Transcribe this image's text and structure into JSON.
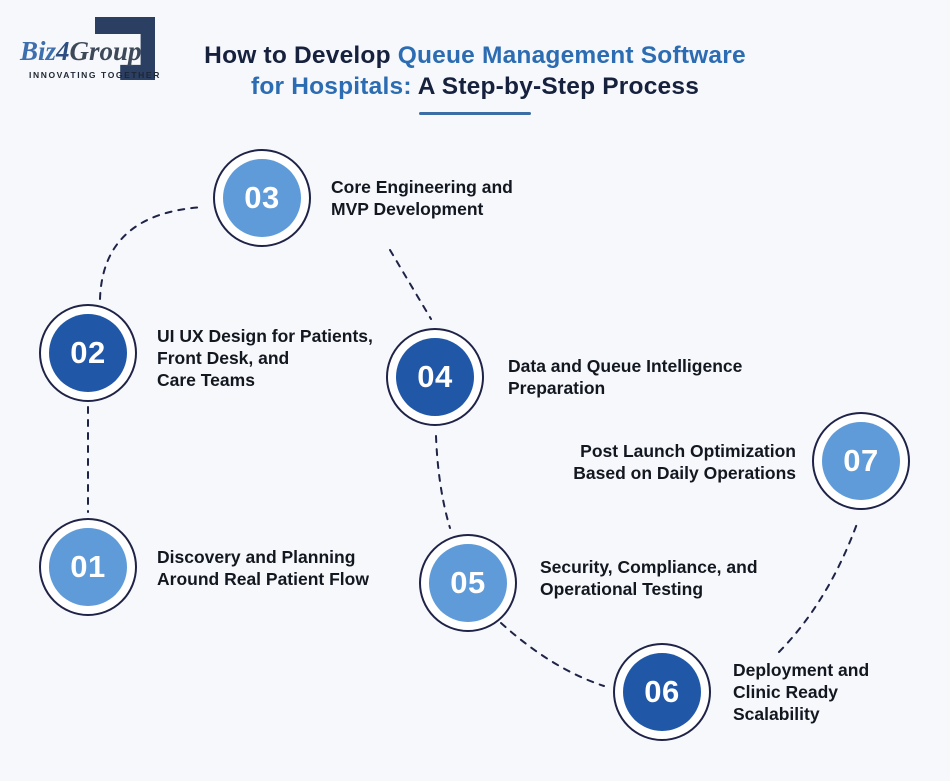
{
  "palette": {
    "background": "#f7f8fb",
    "light_blue": "#5f9bd8",
    "dark_blue": "#2058a7",
    "ring_navy": "#1f2347",
    "title_blue": "#2b6cb3",
    "title_dark": "#16213e",
    "logo_navy": "#2b3f63"
  },
  "logo": {
    "biz": "Biz",
    "four": "4",
    "group": "Group",
    "tagline": "INNOVATING TOGETHER"
  },
  "title": {
    "line1_dark": "How to Develop ",
    "line1_blue": "Queue Management Software",
    "line2_blue": "for Hospitals: ",
    "line2_dark": "A Step-by-Step Process"
  },
  "steps": [
    {
      "num": "01",
      "tone": "light",
      "label": "Discovery and Planning\nAround Real Patient Flow"
    },
    {
      "num": "02",
      "tone": "dark",
      "label": "UI UX Design for Patients,\nFront Desk, and\nCare Teams"
    },
    {
      "num": "03",
      "tone": "light",
      "label": "Core Engineering and\nMVP Development"
    },
    {
      "num": "04",
      "tone": "dark",
      "label": "Data and Queue Intelligence\nPreparation"
    },
    {
      "num": "05",
      "tone": "light",
      "label": "Security, Compliance, and\nOperational Testing"
    },
    {
      "num": "06",
      "tone": "dark",
      "label": "Deployment and\nClinic Ready\nScalability"
    },
    {
      "num": "07",
      "tone": "light",
      "label": "Post Launch Optimization\nBased on Daily Operations"
    }
  ]
}
